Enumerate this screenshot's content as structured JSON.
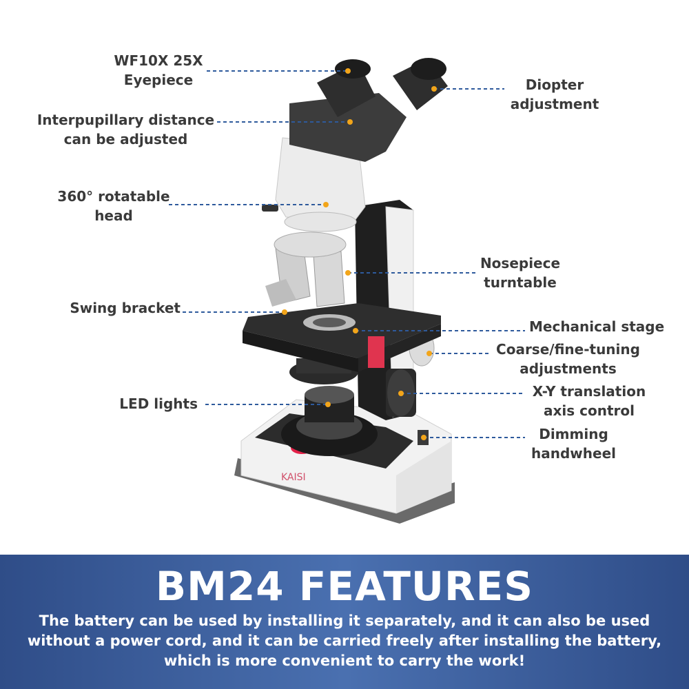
{
  "callouts": {
    "eyepiece": [
      "WF10X 25X",
      "Eyepiece"
    ],
    "interpupillary": [
      "Interpupillary distance",
      "can be adjusted"
    ],
    "rotatable_head": [
      "360° rotatable",
      "head"
    ],
    "swing_bracket": [
      "Swing bracket"
    ],
    "led_lights": [
      "LED lights"
    ],
    "diopter": [
      "Diopter",
      "adjustment"
    ],
    "nosepiece": [
      "Nosepiece",
      "turntable"
    ],
    "mechanical_stage": [
      "Mechanical stage"
    ],
    "coarse_fine": [
      "Coarse/fine-tuning",
      "adjustments"
    ],
    "xy_translation": [
      "X-Y translation",
      "axis control"
    ],
    "dimming": [
      "Dimming",
      "handwheel"
    ]
  },
  "brand": "KAISI",
  "banner": {
    "title": "BM24 FEATURES",
    "description": "The battery can be used by installing it separately, and it can also be used without a power cord, and it can be carried freely after installing the battery, which is more convenient to carry the work!"
  },
  "colors": {
    "accent_dot": "#f2a51a",
    "leader_line": "#2e5a9c",
    "banner": "#3d62a3",
    "body_white": "#f4f4f4",
    "body_dark": "#2b2b2b",
    "stage_red": "#e0344f"
  }
}
